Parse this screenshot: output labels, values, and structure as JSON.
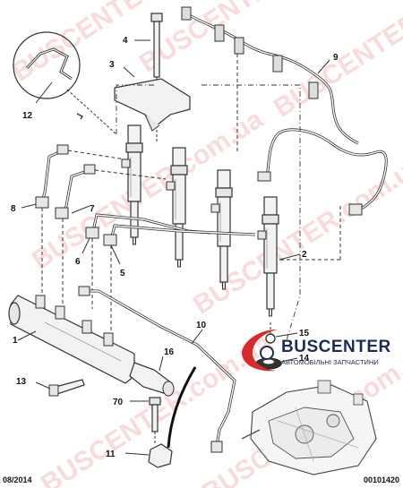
{
  "callouts": [
    {
      "id": "1",
      "text": "1"
    },
    {
      "id": "2",
      "text": "2"
    },
    {
      "id": "3",
      "text": "3"
    },
    {
      "id": "4",
      "text": "4"
    },
    {
      "id": "5",
      "text": "5"
    },
    {
      "id": "6",
      "text": "6"
    },
    {
      "id": "7",
      "text": "7"
    },
    {
      "id": "8",
      "text": "8"
    },
    {
      "id": "9",
      "text": "9"
    },
    {
      "id": "10",
      "text": "10"
    },
    {
      "id": "11",
      "text": "11"
    },
    {
      "id": "12",
      "text": "12"
    },
    {
      "id": "13",
      "text": "13"
    },
    {
      "id": "14",
      "text": "14"
    },
    {
      "id": "15",
      "text": "15"
    },
    {
      "id": "16",
      "text": "16"
    },
    {
      "id": "70",
      "text": "70"
    }
  ],
  "footer": {
    "date_code": "08/2014",
    "ref_code": "00101420"
  },
  "watermark": {
    "domain_text": "BUSCENTER.com.ua"
  },
  "logo": {
    "brand": "BUSCENTER",
    "tagline": "АВТОМОБІЛЬНІ ЗАПЧАСТИНИ"
  },
  "colors": {
    "line": "#333333",
    "part_fill": "#f2f2f2",
    "watermark": "#d62c2c",
    "logo_navy": "#1f2a56",
    "logo_red": "#d62c2c"
  }
}
